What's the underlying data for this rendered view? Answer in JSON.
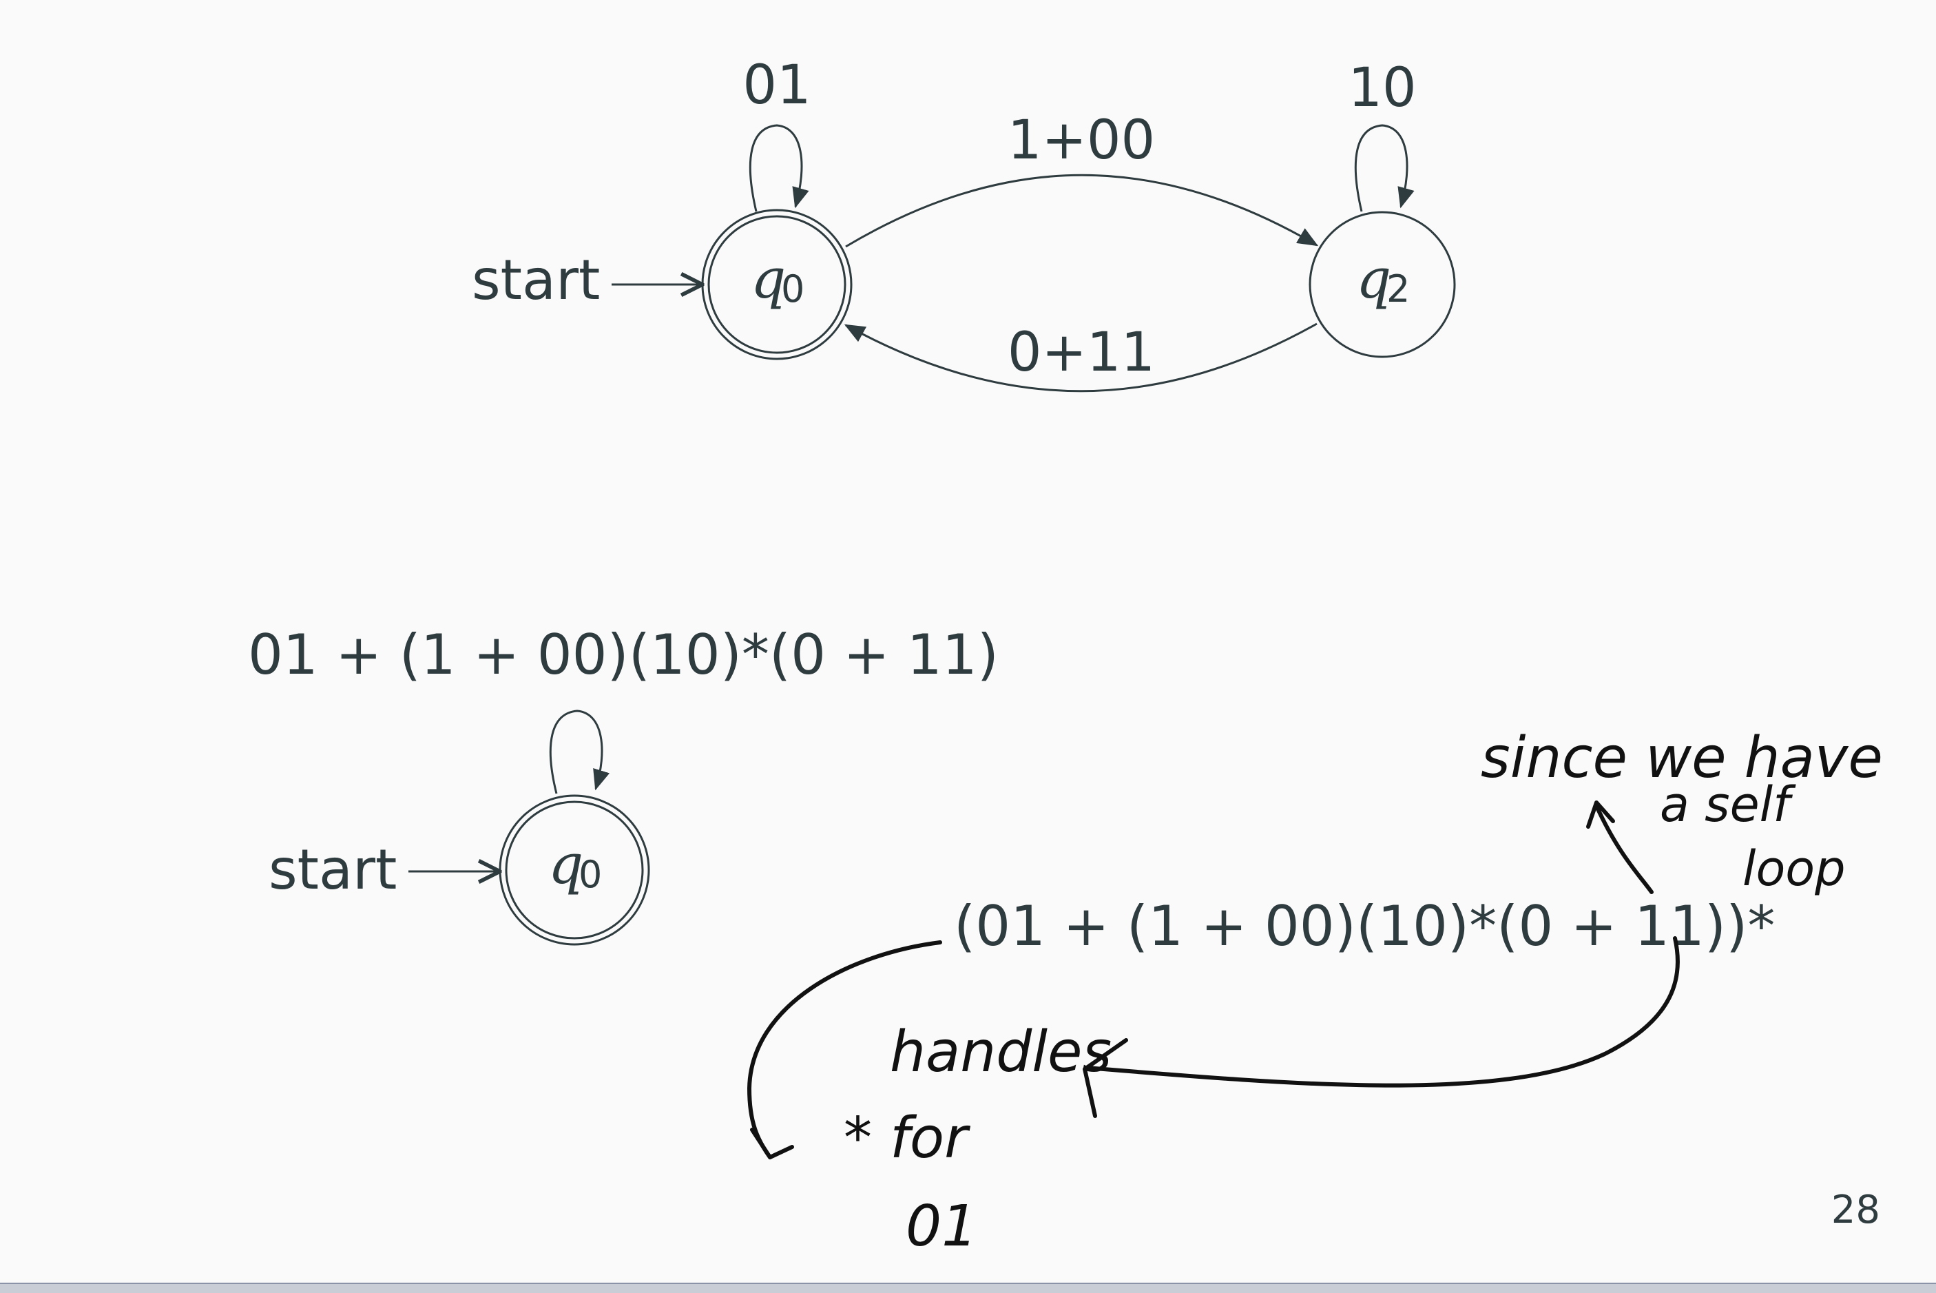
{
  "diagram1": {
    "start_label": "start",
    "state_q0": {
      "letter": "q",
      "index": "0"
    },
    "state_q2": {
      "letter": "q",
      "index": "2"
    },
    "loop_q0_label": "01",
    "loop_q2_label": "10",
    "edge_q0_q2_label": "1+00",
    "edge_q2_q0_label": "0+11"
  },
  "diagram2": {
    "regex_label": "01 + (1 + 00)(10)*(0 + 11)",
    "start_label": "start",
    "state_q0": {
      "letter": "q",
      "index": "0"
    }
  },
  "final_expression": "(01 + (1 + 00)(10)*(0 + 11))*",
  "handwritten": {
    "note_since": [
      "since we have",
      "a self",
      "loop"
    ],
    "note_handles": [
      "handles",
      "* for",
      "01"
    ]
  },
  "page_number": "28"
}
